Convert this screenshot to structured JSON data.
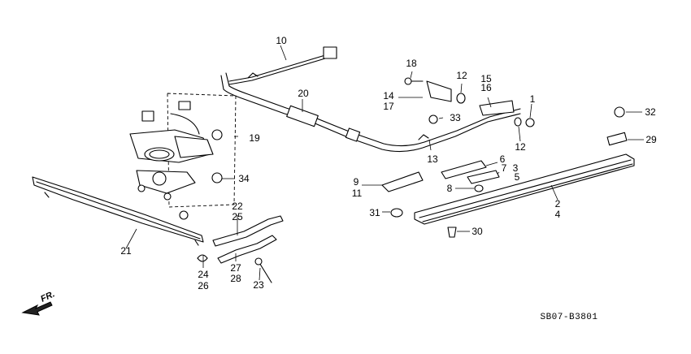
{
  "diagram": {
    "code": "SB07-B3801",
    "direction_label": "FR.",
    "callouts": {
      "c1": "1",
      "c2": "2",
      "c3": "3",
      "c4": "4",
      "c5": "5",
      "c6": "6",
      "c7": "7",
      "c8": "8",
      "c9": "9",
      "c10": "10",
      "c11": "11",
      "c12a": "12",
      "c12b": "12",
      "c13": "13",
      "c14": "14",
      "c15": "15",
      "c16": "16",
      "c17": "17",
      "c18": "18",
      "c19": "19",
      "c20": "20",
      "c21": "21",
      "c22": "22",
      "c23": "23",
      "c24": "24",
      "c25": "25",
      "c26": "26",
      "c27": "27",
      "c28": "28",
      "c29": "29",
      "c30": "30",
      "c31": "31",
      "c32": "32",
      "c33": "33",
      "c34": "34"
    }
  }
}
